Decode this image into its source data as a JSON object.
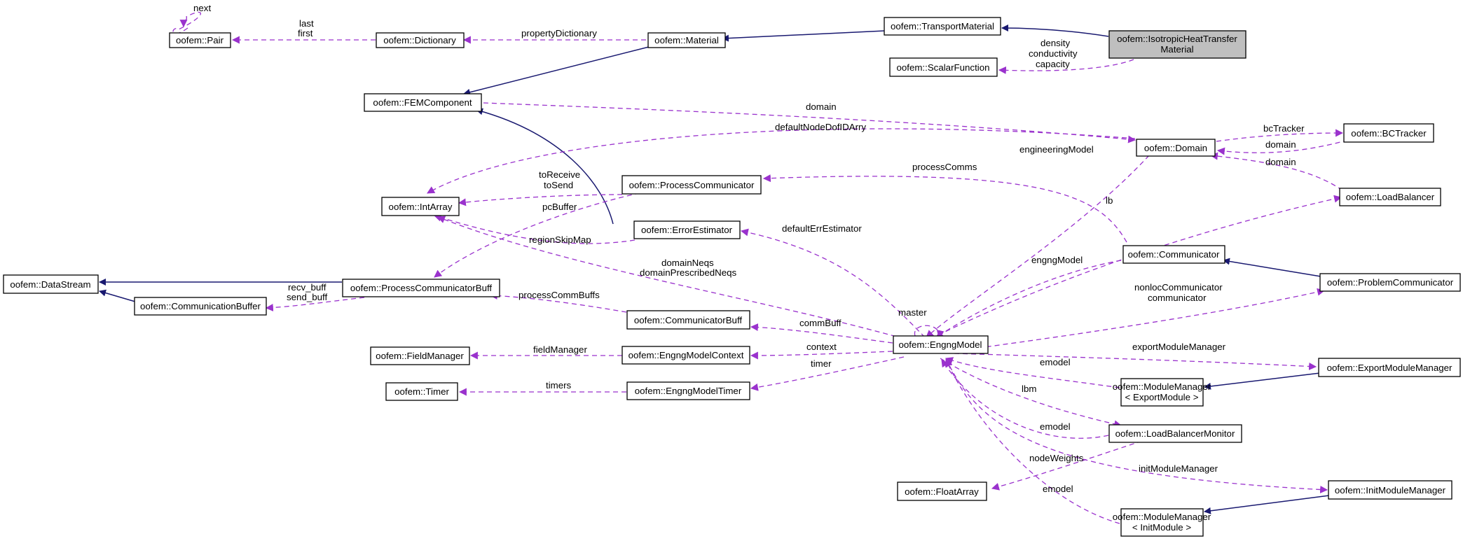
{
  "nodes": {
    "pair": "oofem::Pair",
    "dictionary": "oofem::Dictionary",
    "material": "oofem::Material",
    "transport_material": "oofem::TransportMaterial",
    "isotropic_line1": "oofem::IsotropicHeatTransfer",
    "isotropic_line2": "Material",
    "scalar_function": "oofem::ScalarFunction",
    "fem_component": "oofem::FEMComponent",
    "domain": "oofem::Domain",
    "bc_tracker": "oofem::BCTracker",
    "load_balancer": "oofem::LoadBalancer",
    "int_array": "oofem::IntArray",
    "process_communicator": "oofem::ProcessCommunicator",
    "error_estimator": "oofem::ErrorEstimator",
    "communicator": "oofem::Communicator",
    "problem_communicator": "oofem::ProblemCommunicator",
    "data_stream": "oofem::DataStream",
    "process_communicator_buff": "oofem::ProcessCommunicatorBuff",
    "communication_buffer": "oofem::CommunicationBuffer",
    "communicator_buff": "oofem::CommunicatorBuff",
    "engng_model": "oofem::EngngModel",
    "field_manager": "oofem::FieldManager",
    "engng_model_context": "oofem::EngngModelContext",
    "timer": "oofem::Timer",
    "engng_model_timer": "oofem::EngngModelTimer",
    "export_module_manager": "oofem::ExportModuleManager",
    "mm_export_line1": "oofem::ModuleManager",
    "mm_export_line2": "< ExportModule >",
    "load_balancer_monitor": "oofem::LoadBalancerMonitor",
    "float_array": "oofem::FloatArray",
    "init_module_manager": "oofem::InitModuleManager",
    "mm_init_line1": "oofem::ModuleManager",
    "mm_init_line2": "< InitModule >"
  },
  "labels": {
    "next": "next",
    "last": "last",
    "first": "first",
    "property_dictionary": "propertyDictionary",
    "density": "density",
    "conductivity": "conductivity",
    "capacity": "capacity",
    "domain_fem": "domain",
    "default_node_dof": "defaultNodeDofIDArry",
    "bc_tracker": "bcTracker",
    "domain_bc": "domain",
    "domain_lb": "domain",
    "to_receive": "toReceive",
    "to_send": "toSend",
    "pc_buffer": "pcBuffer",
    "process_comms": "processComms",
    "engineering_model": "engineeringModel",
    "lb": "lb",
    "region_skip_map": "regionSkipMap",
    "default_err_estimator": "defaultErrEstimator",
    "domain_neqs": "domainNeqs",
    "domain_prescribed_neqs": "domainPrescribedNeqs",
    "engng_model": "engngModel",
    "recv_buff": "recv_buff",
    "send_buff": "send_buff",
    "process_comm_buffs": "processCommBuffs",
    "nonloc_communicator": "nonlocCommunicator",
    "communicator": "communicator",
    "master": "master",
    "comm_buff": "commBuff",
    "field_manager": "fieldManager",
    "context": "context",
    "export_module_manager": "exportModuleManager",
    "timers": "timers",
    "timer": "timer",
    "emodel_1": "emodel",
    "lbm": "lbm",
    "emodel_2": "emodel",
    "node_weights": "nodeWeights",
    "init_module_manager": "initModuleManager",
    "emodel_3": "emodel"
  },
  "colors": {
    "inheritance": "#191970",
    "usage": "#9a32cd",
    "highlight_fill": "#bfbfbf"
  }
}
